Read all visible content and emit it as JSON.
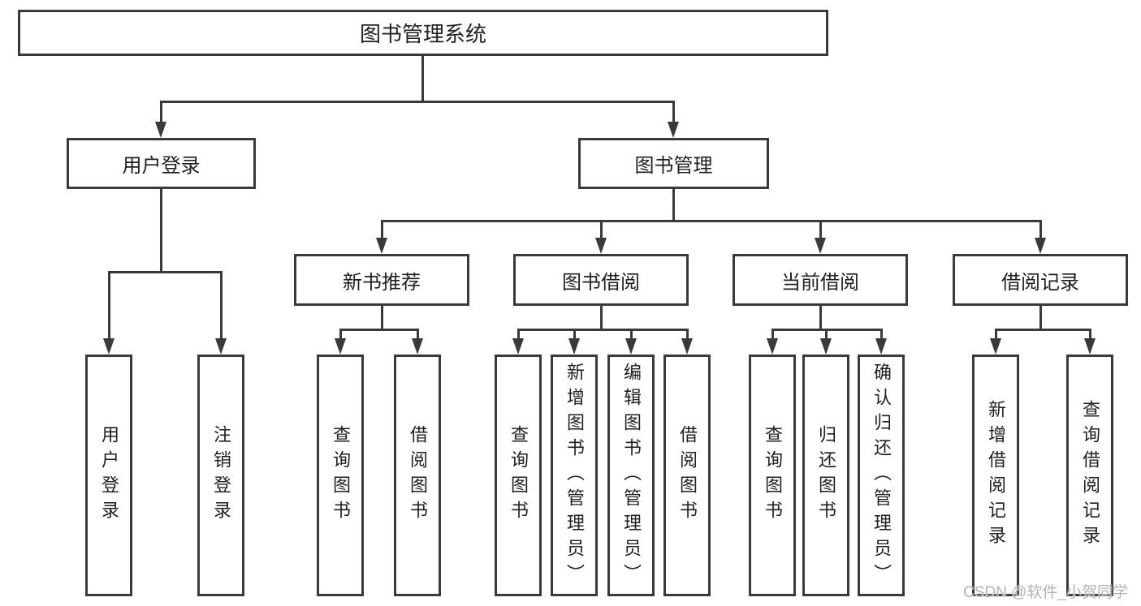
{
  "diagram": {
    "title": "图书管理系统",
    "colors": {
      "line": "#3a3a3a",
      "text": "#1f1f1f",
      "bg": "#ffffff",
      "watermark": "#b3b3b3"
    },
    "root": {
      "label": "图书管理系统"
    },
    "level2": [
      {
        "label": "用户登录"
      },
      {
        "label": "图书管理"
      }
    ],
    "level3": [
      {
        "label": "新书推荐"
      },
      {
        "label": "图书借阅"
      },
      {
        "label": "当前借阅"
      },
      {
        "label": "借阅记录"
      }
    ],
    "leaves": {
      "user_login": [
        {
          "label": "用户登录"
        },
        {
          "label": "注销登录"
        }
      ],
      "new_book": [
        {
          "label": "查询图书"
        },
        {
          "label": "借阅图书"
        }
      ],
      "book_borrow": [
        {
          "label": "查询图书"
        },
        {
          "label": "新增图书（管理员）"
        },
        {
          "label": "编辑图书（管理员）"
        },
        {
          "label": "借阅图书"
        }
      ],
      "current_borrow": [
        {
          "label": "查询图书"
        },
        {
          "label": "归还图书"
        },
        {
          "label": "确认归还（管理员）"
        }
      ],
      "borrow_records": [
        {
          "label": "新增借阅记录"
        },
        {
          "label": "查询借阅记录"
        }
      ]
    }
  },
  "watermark": {
    "text": "CSDN @软件_小贺同学"
  }
}
